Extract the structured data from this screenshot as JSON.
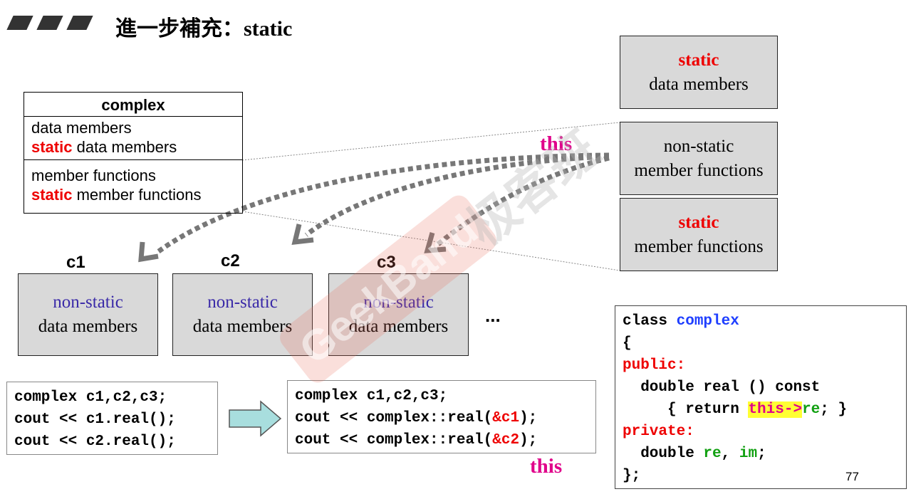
{
  "title": {
    "prefix": "進一步補充：",
    "keyword": "static"
  },
  "class_box": {
    "name": "complex",
    "line1": "data members",
    "line2_kw": "static",
    "line2_rest": " data members",
    "line3": "member functions",
    "line4_kw": "static",
    "line4_rest": " member functions"
  },
  "right_boxes": {
    "static_data": {
      "kw": "static",
      "text": "data members"
    },
    "nonstatic_funcs": {
      "line1": "non-static",
      "line2": "member functions"
    },
    "static_funcs": {
      "kw": "static",
      "text": "member functions"
    }
  },
  "this_label_top": "this",
  "objects": [
    {
      "label": "c1",
      "line1": "non-static",
      "line2": "data members"
    },
    {
      "label": "c2",
      "line1": "non-static",
      "line2": "data members"
    },
    {
      "label": "c3",
      "line1": "non-static",
      "line2": "data members"
    }
  ],
  "ellipsis": "...",
  "code_left": {
    "line1": "complex c1,c2,c3;",
    "line2": "cout << c1.real();",
    "line3": "cout << c2.real();"
  },
  "code_mid": {
    "line1": "complex c1,c2,c3;",
    "line2_pre": "cout << complex::real(",
    "line2_arg": "&c1",
    "line2_post": ");",
    "line3_pre": "cout << complex::real(",
    "line3_arg": "&c2",
    "line3_post": ");"
  },
  "this_label_bottom": "this",
  "code_right": {
    "l1_kw": "class ",
    "l1_name": "complex",
    "l2": "{",
    "l3": "public:",
    "l4": "  double real () const",
    "l5_pre": "     { return ",
    "l5_this": "this->",
    "l5_member": "re",
    "l5_post": "; }",
    "l6": "private:",
    "l7_pre": "  double ",
    "l7_re": "re",
    "l7_sep": ", ",
    "l7_im": "im",
    "l7_post": ";",
    "l8": "};"
  },
  "page_number": "77",
  "watermark": {
    "brand": "GeekBand",
    "cn": "极客班"
  },
  "colors": {
    "red": "#ee0000",
    "magenta": "#e0008a",
    "purple": "#3a2aa8",
    "blue": "#1f3fff",
    "green": "#11a011",
    "highlight": "#ffff33",
    "box_gray": "#d9d9d9",
    "arrow_gray": "#777777",
    "arrow_fill": "#a8dede"
  }
}
